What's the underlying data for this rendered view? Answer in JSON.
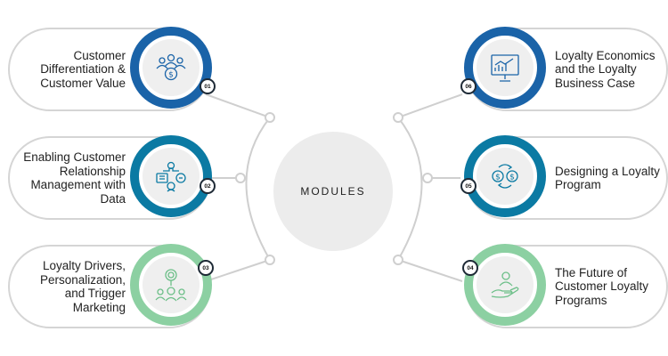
{
  "center": {
    "label": "MODULES"
  },
  "modules": [
    {
      "number": "01",
      "title": "Customer Differentiation & Customer Value",
      "icon": "people-money-icon",
      "color": "#1a63a8"
    },
    {
      "number": "02",
      "title": "Enabling Customer Relationship Management with Data",
      "icon": "crm-data-icon",
      "color": "#0b7aa3"
    },
    {
      "number": "03",
      "title": "Loyalty Drivers, Personalization, and Trigger Marketing",
      "icon": "target-team-icon",
      "color": "#8cd0a2"
    },
    {
      "number": "04",
      "title": "The Future of Customer Loyalty Programs",
      "icon": "hand-person-icon",
      "color": "#8cd0a2"
    },
    {
      "number": "05",
      "title": "Designing a Loyalty Program",
      "icon": "currency-exchange-icon",
      "color": "#0b7aa3"
    },
    {
      "number": "06",
      "title": "Loyalty Economics and the Loyalty Business Case",
      "icon": "presentation-chart-icon",
      "color": "#1a63a8"
    }
  ]
}
